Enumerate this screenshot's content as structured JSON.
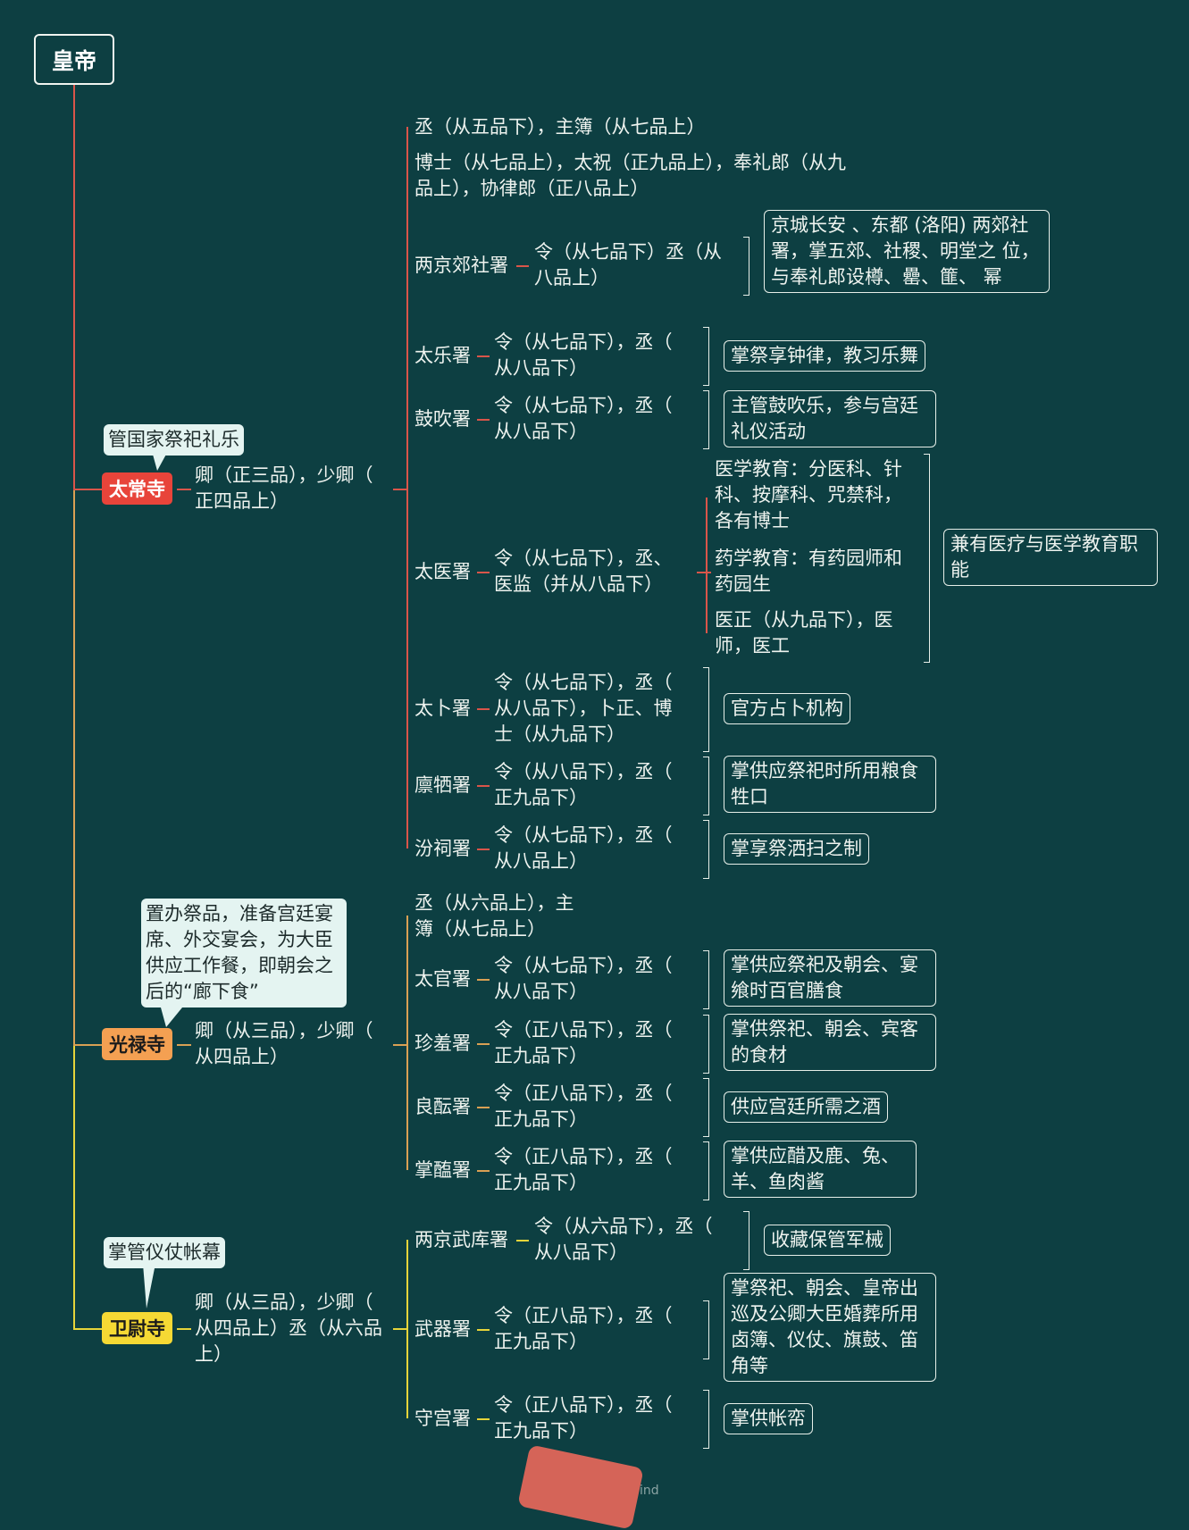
{
  "root": {
    "label": "皇帝"
  },
  "colors": {
    "background": "#0d3f42",
    "taichang": "#e8443a",
    "guanglu": "#f4a052",
    "weiwei": "#f6d934",
    "line_red": "#d9554a",
    "line_orange": "#d9a054",
    "line_yellow": "#e6d43a",
    "callout_bg": "#e4f4f1"
  },
  "branches": [
    {
      "name": "太常寺",
      "callout": "管国家祭祀礼乐",
      "officials": "卿（正三品），少卿（\n正四品上）",
      "children": [
        {
          "text": "丞（从五品下），主簿（从七品上）"
        },
        {
          "text": "博士（从七品上），太祝（正九品上），奉礼郎（从九\n品上），协律郎（正八品上）"
        },
        {
          "office": "两京郊社署",
          "ranks": "令（从七品下）丞（从\n八品上）",
          "duty": "京城长安 、东都 (洛阳) 两郊社\n署，掌五郊、社稷、明堂之\n位，与奉礼郎设樽、罍、篚、\n幂"
        },
        {
          "office": "太乐署",
          "ranks": "令（从七品下），丞（\n从八品下）",
          "duty": "掌祭享钟律，教习乐舞"
        },
        {
          "office": "鼓吹署",
          "ranks": "令（从七品下），丞（\n从八品下）",
          "duty": "主管鼓吹乐，参与宫廷\n礼仪活动"
        },
        {
          "office": "太医署",
          "ranks": "令（从七品下），丞、\n医监（并从八品下）",
          "sub": [
            "医学教育：分医科、针\n科、按摩科、咒禁科，\n各有博士",
            "药学教育：有药园师和\n药园生",
            "医正（从九品下），医\n师，医工"
          ],
          "duty": "兼有医疗与医学教育职\n能"
        },
        {
          "office": "太卜署",
          "ranks": "令（从七品下），丞（\n从八品下），卜正、博\n士（从九品下）",
          "duty": "官方占卜机构"
        },
        {
          "office": "廪牺署",
          "ranks": "令（从八品下），丞（\n正九品下）",
          "duty": "掌供应祭祀时所用粮食\n牲口"
        },
        {
          "office": "汾祠署",
          "ranks": "令（从七品下），丞（\n从八品上）",
          "duty": "掌享祭洒扫之制"
        }
      ]
    },
    {
      "name": "光禄寺",
      "callout": "置办祭品，准备宫廷宴\n席、外交宴会，为大臣\n供应工作餐，即朝会之\n后的“廊下食”",
      "officials": "卿（从三品），少卿（\n从四品上）",
      "children": [
        {
          "text": "丞（从六品上），主\n簿（从七品上）"
        },
        {
          "office": "太官署",
          "ranks": "令（从七品下），丞（\n从八品下）",
          "duty": "掌供应祭祀及朝会、宴\n飨时百官膳食"
        },
        {
          "office": "珍羞署",
          "ranks": "令（正八品下），丞（\n正九品下）",
          "duty": "掌供祭祀、朝会、宾客\n的食材"
        },
        {
          "office": "良酝署",
          "ranks": "令（正八品下），丞（\n正九品下）",
          "duty": "供应宫廷所需之酒"
        },
        {
          "office": "掌醢署",
          "ranks": "令（正八品下），丞（\n正九品下）",
          "duty": "掌供应醋及鹿、兔、\n羊、鱼肉酱"
        }
      ]
    },
    {
      "name": "卫尉寺",
      "callout": "掌管仪仗帐幕",
      "officials": "卿（从三品），少卿（\n从四品上）丞（从六品\n上）",
      "children": [
        {
          "office": "两京武库署",
          "ranks": "令（从六品下），丞（\n从八品下）",
          "duty": "收藏保管军械"
        },
        {
          "office": "武器署",
          "ranks": "令（正八品下），丞（\n正九品下）",
          "duty": "掌祭祀、朝会、皇帝出\n巡及公卿大臣婚葬所用\n卤簿、仪仗、旗鼓、笛\n角等"
        },
        {
          "office": "守宫署",
          "ranks": "令（正八品下），丞（\n正九品下）",
          "duty": "掌供帐帟"
        }
      ]
    }
  ],
  "watermark": {
    "text": "ind",
    "icon": "folded-cloth-icon"
  }
}
